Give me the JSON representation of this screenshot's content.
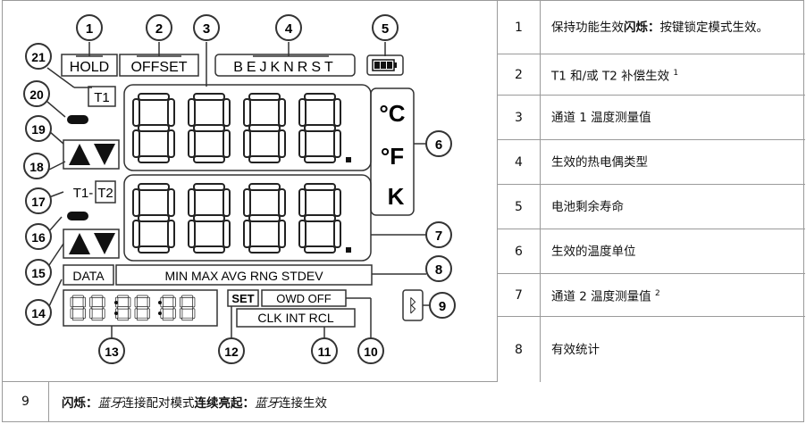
{
  "lcd": {
    "hold": "HOLD",
    "offset": "OFFSET",
    "tc_types": "BEJKNRST",
    "t1_top": "T1",
    "unit_c": "°C",
    "unit_f": "°F",
    "unit_k": "K",
    "t1_bottom": "T1-",
    "t2_bottom": "T2",
    "data": "DATA",
    "stats": "MIN  MAX  AVG  RNG  STDEV",
    "set": "SET",
    "owd_off": "OWD OFF",
    "clk_int_rcl": "CLK  INT  RCL",
    "bluetooth": "ᛒ",
    "callouts": [
      "1",
      "2",
      "3",
      "4",
      "5",
      "6",
      "7",
      "8",
      "9",
      "10",
      "11",
      "12",
      "13",
      "14",
      "15",
      "16",
      "17",
      "18",
      "19",
      "20",
      "21"
    ]
  },
  "table": {
    "rows": [
      {
        "num": "1",
        "text_a": "保持功能生效",
        "bold_b": "闪烁：",
        "text_c": "按键锁定模式生效。"
      },
      {
        "num": "2",
        "text_a": "T1 和/或 T2 补偿生效",
        "sup": "1"
      },
      {
        "num": "3",
        "text_a": "通道 1 温度测量值"
      },
      {
        "num": "4",
        "text_a": "生效的热电偶类型"
      },
      {
        "num": "5",
        "text_a": "电池剩余寿命"
      },
      {
        "num": "6",
        "text_a": "生效的温度单位"
      },
      {
        "num": "7",
        "text_a": "通道 2 温度测量值",
        "sup": "2"
      },
      {
        "num": "8",
        "text_a": "有效统计"
      }
    ]
  },
  "bottom": {
    "num": "9",
    "bold1": "闪烁：",
    "italic1": "蓝牙",
    "text1": "连接配对模式",
    "bold2": "连续亮起：",
    "italic2": "蓝牙",
    "text2": "连接生效"
  }
}
